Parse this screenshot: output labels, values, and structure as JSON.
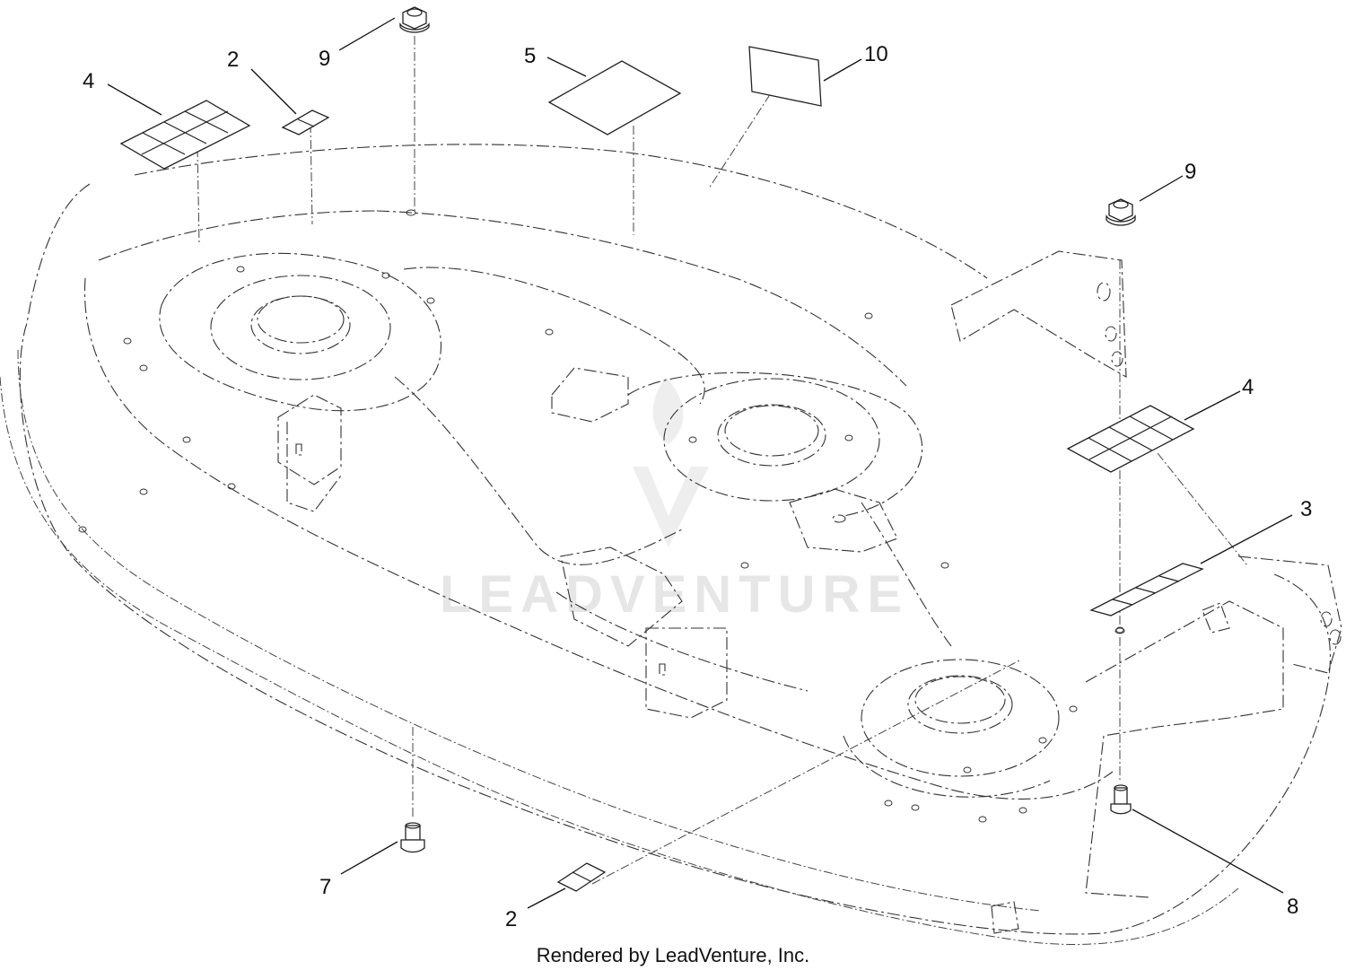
{
  "watermark": "LEADVENTURE",
  "footer": "Rendered by LeadVenture, Inc.",
  "callouts": {
    "c1": "9",
    "c2": "2",
    "c3": "4",
    "c4": "5",
    "c5": "10",
    "c6": "9",
    "c7": "4",
    "c8": "3",
    "c9": "7",
    "c10": "2",
    "c11": "8"
  }
}
